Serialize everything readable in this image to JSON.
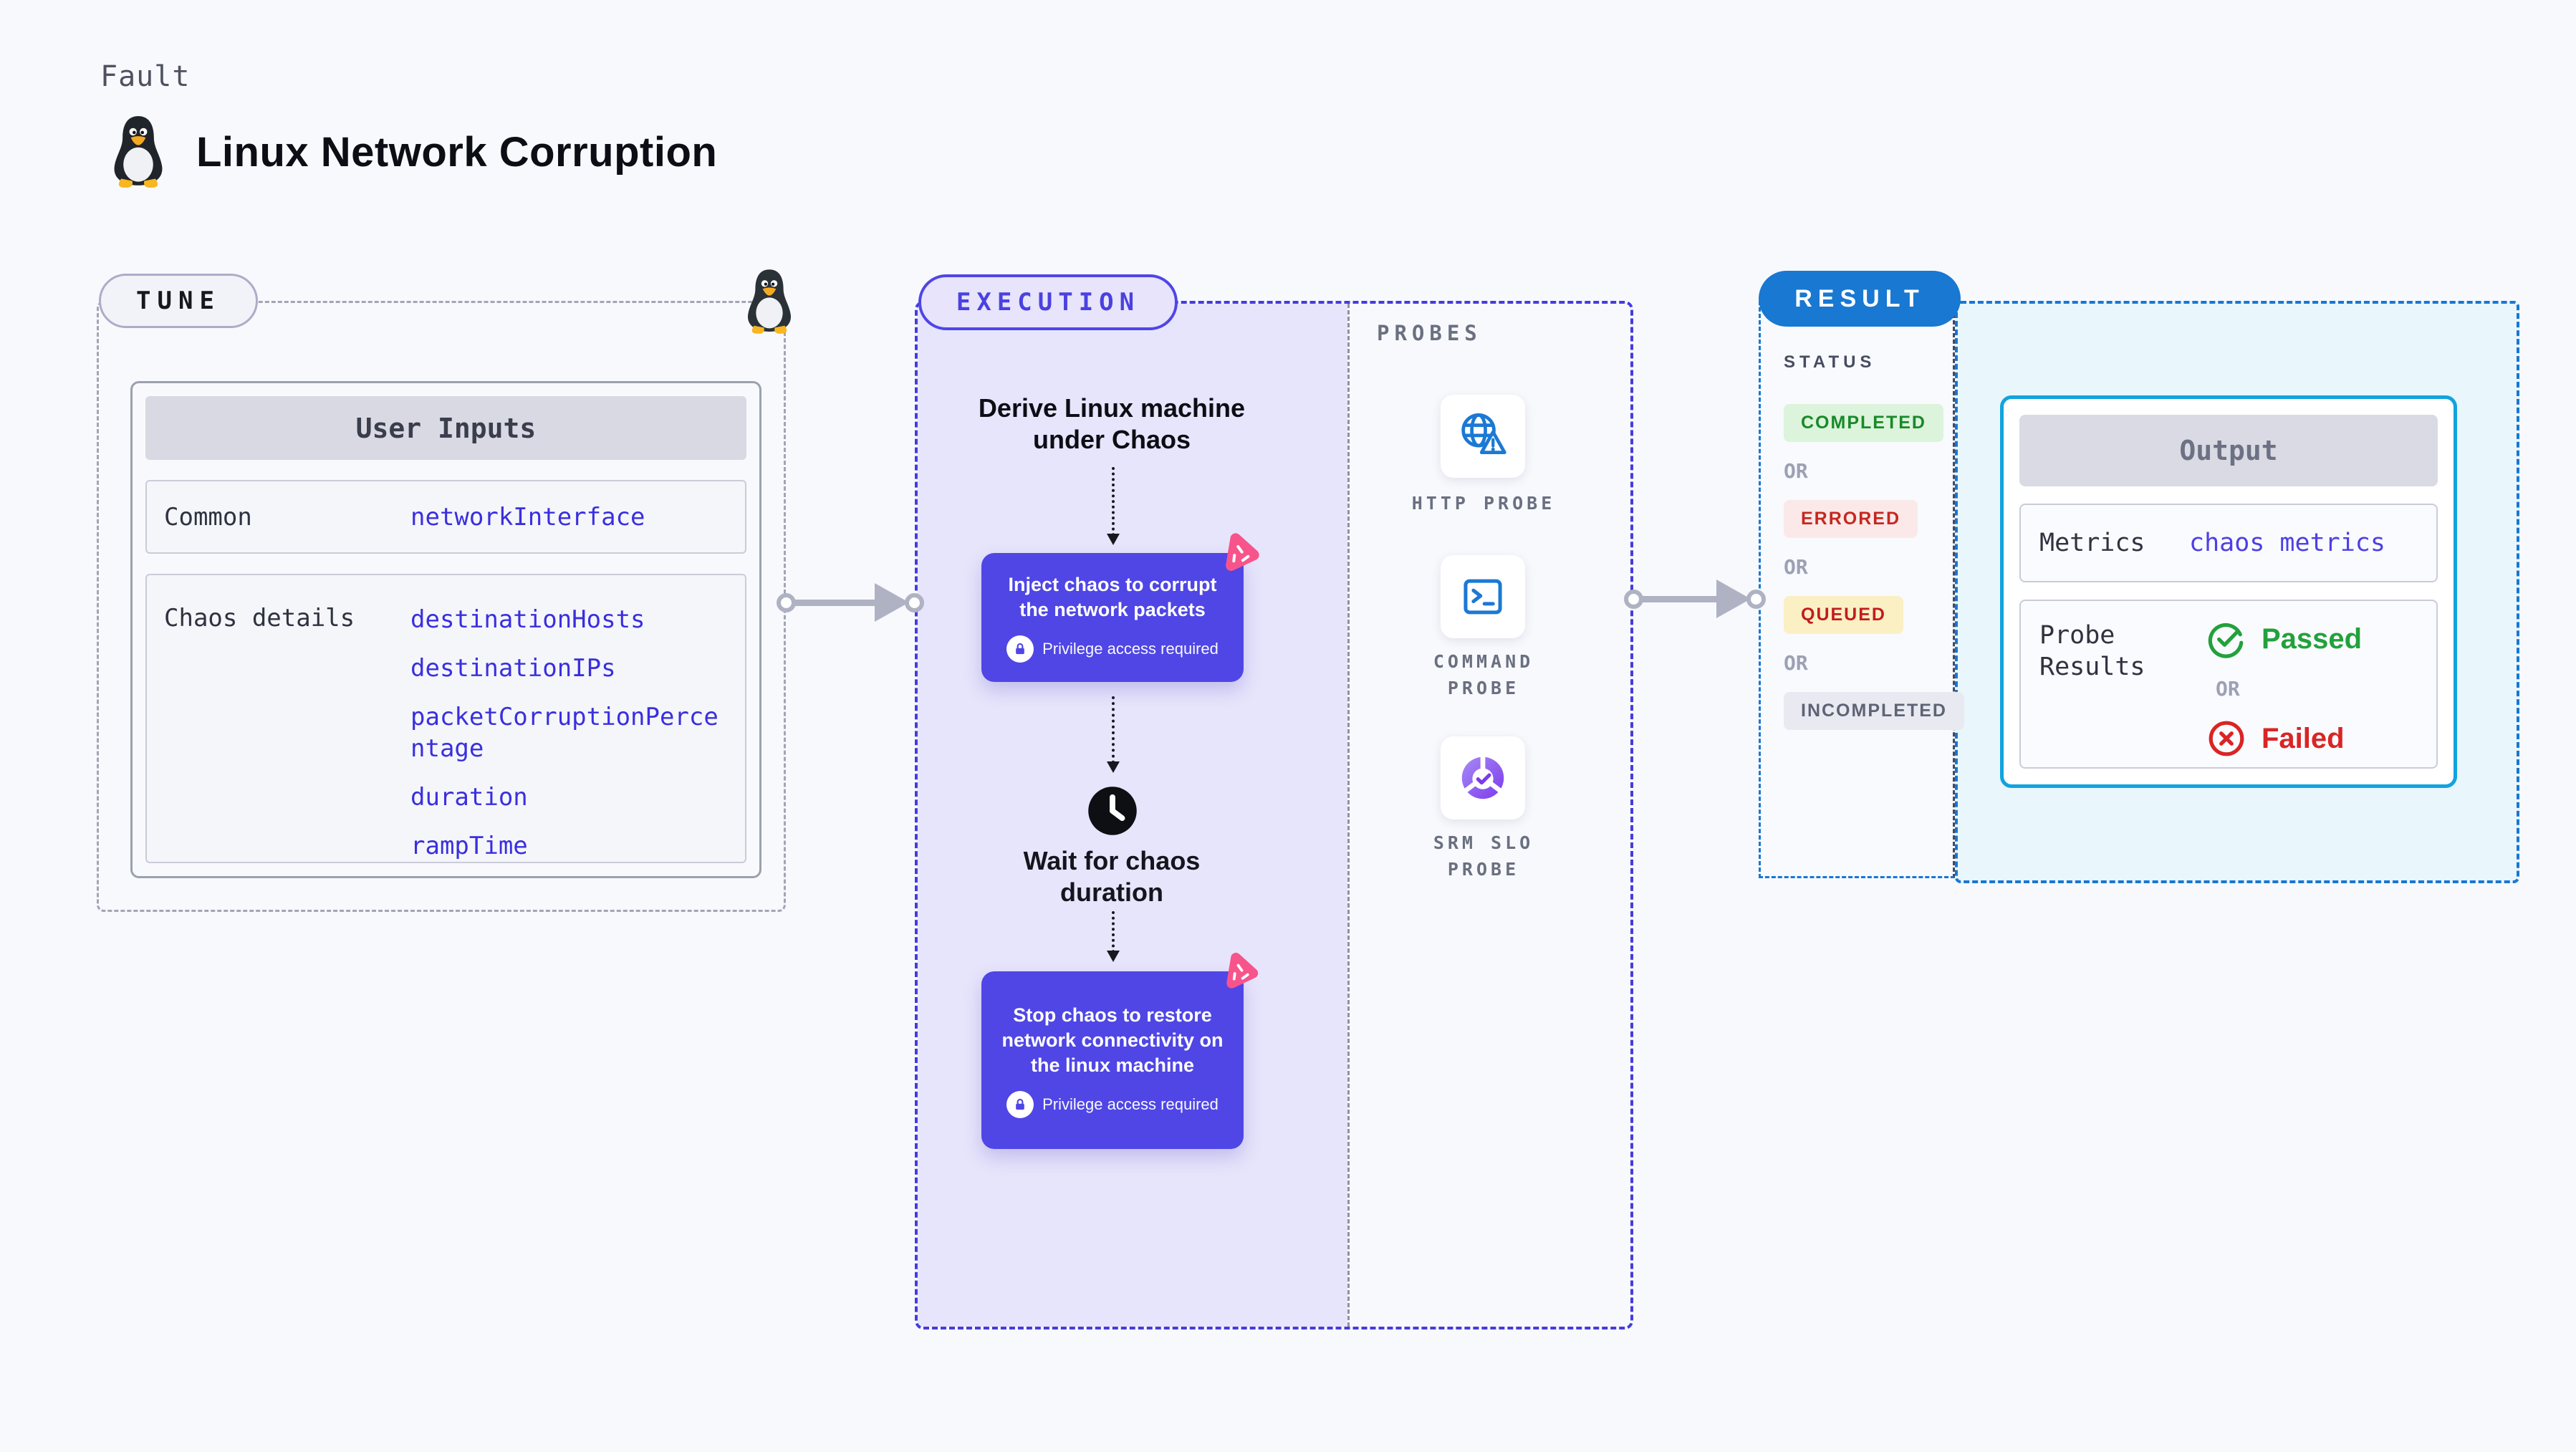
{
  "header": {
    "eyebrow": "Fault",
    "title": "Linux Network Corruption"
  },
  "tune": {
    "label": "TUNE",
    "card_title": "User Inputs",
    "common_label": "Common",
    "common_value": "networkInterface",
    "chaos_label": "Chaos details",
    "chaos_values": [
      "destinationHosts",
      "destinationIPs",
      "packetCorruptionPercentage",
      "duration",
      "rampTime"
    ]
  },
  "execution": {
    "label": "EXECUTION",
    "derive_title": "Derive Linux machine under Chaos",
    "inject_text": "Inject chaos to corrupt the network packets",
    "privilege_note": "Privilege access required",
    "wait_text": "Wait for chaos duration",
    "stop_text": "Stop chaos to restore network connectivity on the linux machine"
  },
  "probes": {
    "label": "PROBES",
    "items": [
      {
        "name": "HTTP PROBE",
        "icon": "globe-alert-icon"
      },
      {
        "name": "COMMAND PROBE",
        "icon": "terminal-icon"
      },
      {
        "name": "SRM SLO PROBE",
        "icon": "slo-donut-icon"
      }
    ]
  },
  "result": {
    "label": "RESULT",
    "status_heading": "STATUS",
    "or_label": "OR",
    "statuses": [
      "COMPLETED",
      "ERRORED",
      "QUEUED",
      "INCOMPLETED"
    ],
    "output": {
      "title": "Output",
      "metrics_label": "Metrics",
      "metrics_value": "chaos metrics",
      "probe_results_label": "Probe Results",
      "passed_label": "Passed",
      "failed_label": "Failed"
    }
  },
  "colors": {
    "page_bg": "#F8F9FD",
    "indigo_node": "#4F46E5",
    "lavender_fill": "#E7E5FB",
    "pink_badge": "#F7548C",
    "param_blue": "#3A2FDF",
    "probe_icon_blue": "#1B79D4",
    "srm_purple": "#7C3AED",
    "result_blue": "#1878D2",
    "output_border_cyan": "#12A3DE",
    "completed_green": "#188A28",
    "errored_red": "#C4281F",
    "passed_green": "#22A13C",
    "failed_red": "#D92525",
    "arrow_gray": "#AFB2C3"
  }
}
